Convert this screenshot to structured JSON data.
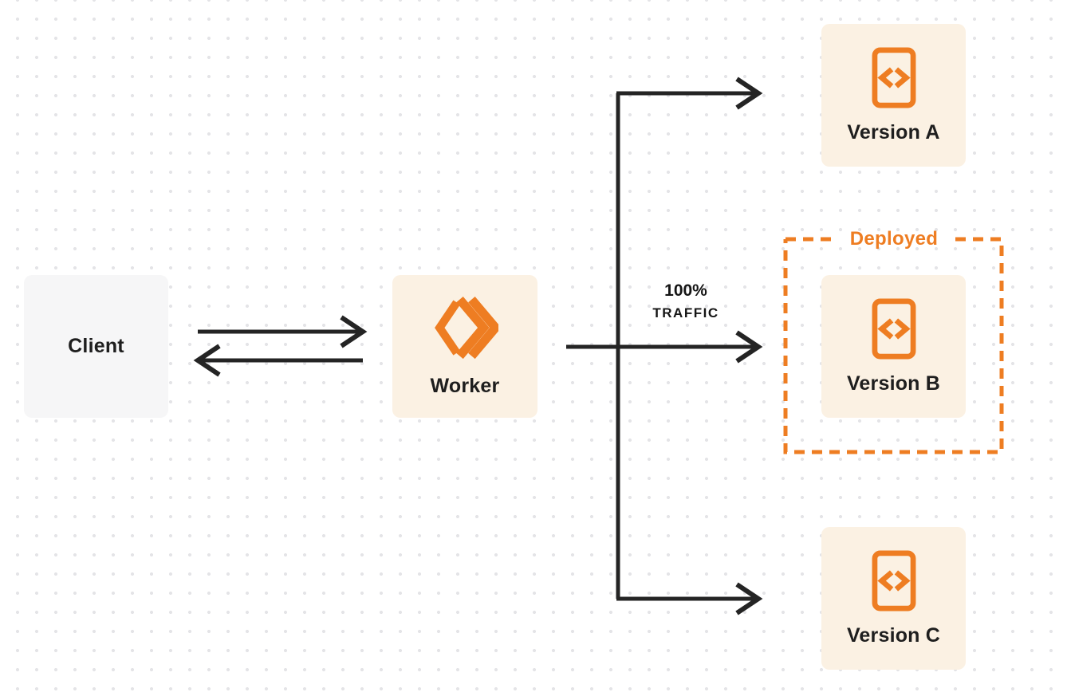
{
  "diagram": {
    "description": "Worker traffic routing between deployed versions",
    "nodes": {
      "client": {
        "label": "Client"
      },
      "worker": {
        "label": "Worker"
      },
      "version_a": {
        "label": "Version A"
      },
      "version_b": {
        "label": "Version B"
      },
      "version_c": {
        "label": "Version C"
      }
    },
    "groups": {
      "deployed": {
        "label": "Deployed"
      }
    },
    "edges": {
      "client_worker": {
        "type": "bidirectional-arrows"
      },
      "worker_version_a": {
        "type": "arrow"
      },
      "worker_version_b": {
        "type": "arrow",
        "label_line1": "100%",
        "label_line2": "TRAFFIC"
      },
      "worker_version_c": {
        "type": "arrow"
      }
    },
    "icons": {
      "worker": "cloudflare-workers-logo-icon",
      "version": "code-file-icon"
    },
    "colors": {
      "accent_orange": "#ee7d22",
      "card_cream": "#fbf1e3",
      "card_gray": "#f6f6f7",
      "line_dark": "#242424",
      "text_dark": "#1e1e1e",
      "dot_grid": "#e4e4e7",
      "background": "#ffffff"
    }
  }
}
